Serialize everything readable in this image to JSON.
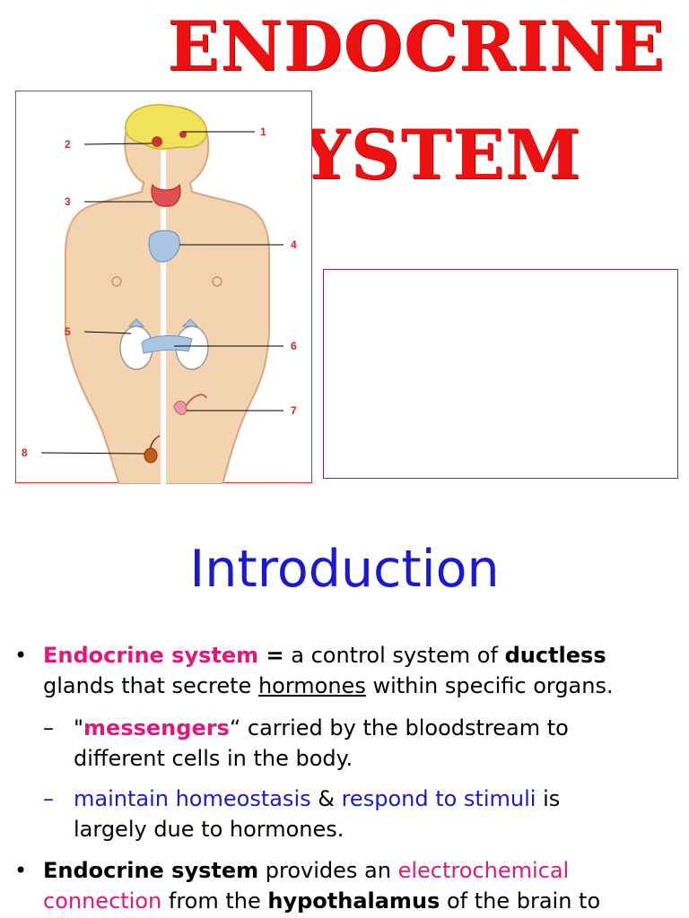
{
  "title": {
    "line1": "ENDOCRINE",
    "line2": "SYSTEM"
  },
  "figure": {
    "labels": [
      "1",
      "2",
      "3",
      "4",
      "5",
      "6",
      "7",
      "8"
    ]
  },
  "heading": "Introduction",
  "bullets": [
    {
      "term": "Endocrine system",
      "eq": " =",
      "t1": " a control system of ",
      "ductless": "ductless",
      "t2": "glands that secrete ",
      "hormones": "hormones",
      "t3": " within specific organs."
    },
    {
      "term": "Endocrine system",
      "t1": " provides an ",
      "pink1": "electrochemical",
      "pink2": "connection",
      "t2": " from the ",
      "hyp": "hypothalamus",
      "t3": " of the brain to"
    }
  ],
  "subbullets": [
    {
      "dash": "–",
      "q1": " \"",
      "messengers": "messengers",
      "q2": "“ carried by the bloodstream to",
      "l2": "different cells in the body."
    },
    {
      "dash": "–",
      "blue1": " maintain homeostasis",
      "amp": " & ",
      "blue2": "respond to stimuli",
      "t1": " is",
      "l2": "largely due to hormones."
    }
  ],
  "colors": {
    "title": "#ee1111",
    "heading": "#1a1ad0",
    "highlight_pink": "#e0187a",
    "highlight_blue": "#1a1ad0"
  }
}
